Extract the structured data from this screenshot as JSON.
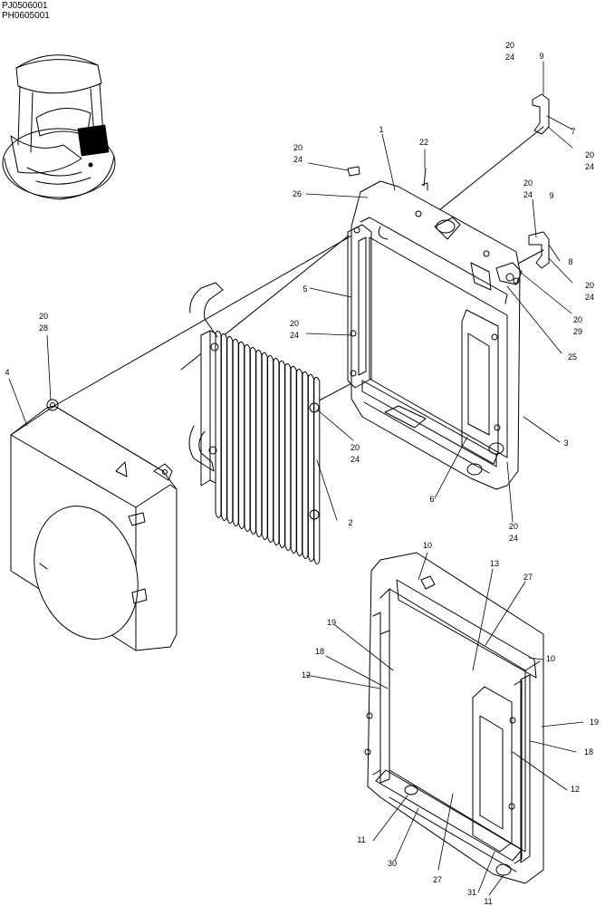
{
  "header": {
    "code_1": "PJ0506001",
    "code_2": "PH0605001"
  },
  "callouts": [
    {
      "id": "c-20-a",
      "text": "20"
    },
    {
      "id": "c-24-a",
      "text": "24"
    },
    {
      "id": "c-9-a",
      "text": "9"
    },
    {
      "id": "c-7",
      "text": "7"
    },
    {
      "id": "c-20-b",
      "text": "20"
    },
    {
      "id": "c-24-b",
      "text": "24"
    },
    {
      "id": "c-1",
      "text": "1"
    },
    {
      "id": "c-22",
      "text": "22"
    },
    {
      "id": "c-20-c",
      "text": "20"
    },
    {
      "id": "c-24-c",
      "text": "24"
    },
    {
      "id": "c-26",
      "text": "26"
    },
    {
      "id": "c-20-d",
      "text": "20"
    },
    {
      "id": "c-24-d",
      "text": "24"
    },
    {
      "id": "c-9-b",
      "text": "9"
    },
    {
      "id": "c-8",
      "text": "8"
    },
    {
      "id": "c-20-e",
      "text": "20"
    },
    {
      "id": "c-24-e",
      "text": "24"
    },
    {
      "id": "c-20-f",
      "text": "20"
    },
    {
      "id": "c-29",
      "text": "29"
    },
    {
      "id": "c-25",
      "text": "25"
    },
    {
      "id": "c-5",
      "text": "5"
    },
    {
      "id": "c-20-g",
      "text": "20"
    },
    {
      "id": "c-24-g",
      "text": "24"
    },
    {
      "id": "c-20-h",
      "text": "20"
    },
    {
      "id": "c-28",
      "text": "28"
    },
    {
      "id": "c-4",
      "text": "4"
    },
    {
      "id": "c-3",
      "text": "3"
    },
    {
      "id": "c-20-i",
      "text": "20"
    },
    {
      "id": "c-24-i",
      "text": "24"
    },
    {
      "id": "c-2",
      "text": "2"
    },
    {
      "id": "c-6",
      "text": "6"
    },
    {
      "id": "c-20-j",
      "text": "20"
    },
    {
      "id": "c-24-j",
      "text": "24"
    },
    {
      "id": "c-10-a",
      "text": "10"
    },
    {
      "id": "c-13",
      "text": "13"
    },
    {
      "id": "c-27-a",
      "text": "27"
    },
    {
      "id": "c-19-a",
      "text": "19"
    },
    {
      "id": "c-18-a",
      "text": "18"
    },
    {
      "id": "c-10-b",
      "text": "10"
    },
    {
      "id": "c-12-a",
      "text": "12"
    },
    {
      "id": "c-19-b",
      "text": "19"
    },
    {
      "id": "c-18-b",
      "text": "18"
    },
    {
      "id": "c-12-b",
      "text": "12"
    },
    {
      "id": "c-11-a",
      "text": "11"
    },
    {
      "id": "c-30",
      "text": "30"
    },
    {
      "id": "c-27-b",
      "text": "27"
    },
    {
      "id": "c-31",
      "text": "31"
    },
    {
      "id": "c-11-b",
      "text": "11"
    }
  ]
}
